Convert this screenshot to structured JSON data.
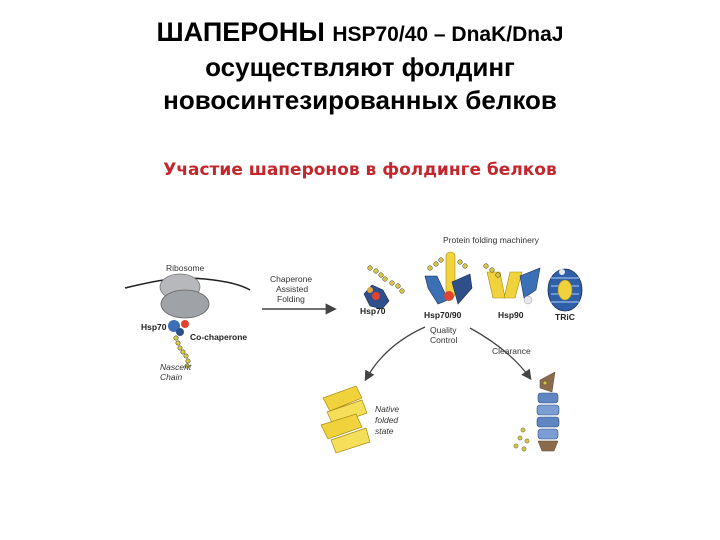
{
  "slide": {
    "title_line1_a": "ШАПЕРОНЫ ",
    "title_line1_b": "HSP70/40 – DnaK/DnaJ",
    "title_line2": "осуществляют фолдинг",
    "title_line3": "новосинтезированных белков",
    "subtitle": "Участие шаперонов в фолдинге белков"
  },
  "diagram": {
    "ribosome": "Ribosome",
    "hsp70_left": "Hsp70",
    "co_chaperone": "Co-chaperone",
    "nascent_1": "Nascent",
    "nascent_2": "Chain",
    "arrow_1": "Chaperone",
    "arrow_2": "Assisted",
    "arrow_3": "Folding",
    "machinery": "Protein folding machinery",
    "hsp70": "Hsp70",
    "hsp70_90": "Hsp70/90",
    "hsp90": "Hsp90",
    "tric": "TRiC",
    "quality_1": "Quality",
    "quality_2": "Control",
    "clearance": "Clearance",
    "native_1": "Native",
    "native_2": "folded",
    "native_3": "state"
  }
}
